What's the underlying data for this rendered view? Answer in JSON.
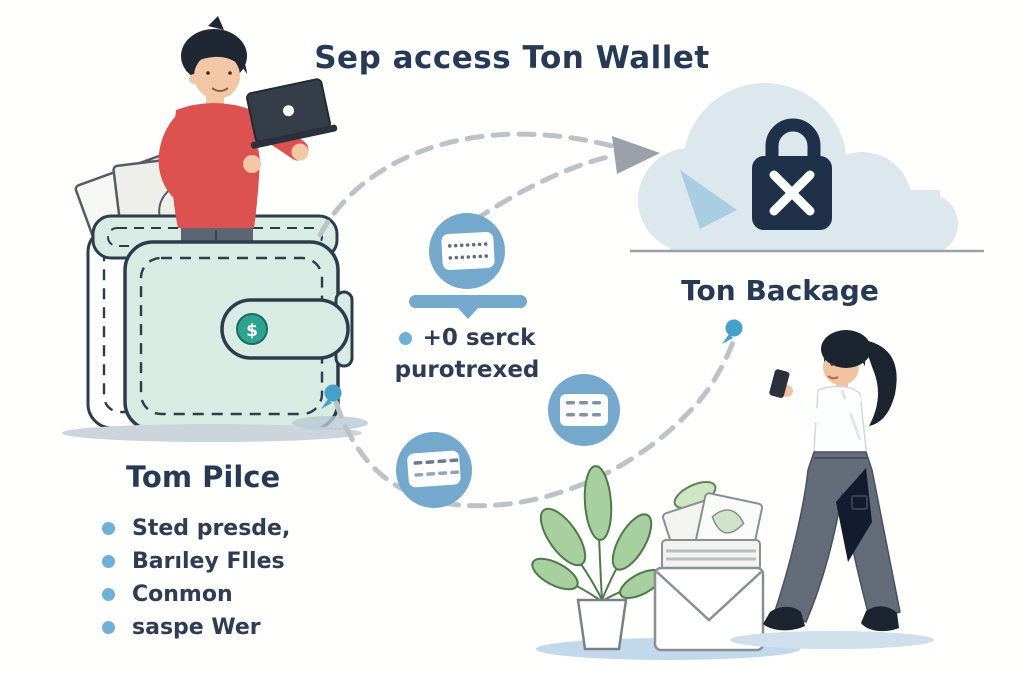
{
  "title": "Sep access Ton Wallet",
  "steps": {
    "bullet_line": "+0 serck",
    "sub_line": "purotrexed"
  },
  "cloud": {
    "label": "Ton Backage"
  },
  "features": {
    "heading": "Tom Pilce",
    "items": [
      "Sted presde,",
      "Barıley Flles",
      "Conmon",
      "saspe Wer"
    ]
  },
  "wallet": {
    "clasp_symbol": "$"
  },
  "colors": {
    "heading_text": "#273a55",
    "body_text": "#2e3d55",
    "accent_blue": "#74a9cd",
    "bullet_blue": "#6fb0d6",
    "dash_gray": "#bdc2c7",
    "arrow_gray": "#9aa1a8",
    "cloud_fill": "#dde7ee",
    "lock_navy": "#1e3148",
    "triangle_blue": "#a9cde2",
    "wallet_mint": "#d9ece3",
    "outline_navy": "#2c3c4c",
    "clasp_teal": "#2fa391",
    "sweater_red": "#dd5150",
    "leaf_green": "#a8cfa0",
    "pin_blue": "#46a0c9"
  }
}
